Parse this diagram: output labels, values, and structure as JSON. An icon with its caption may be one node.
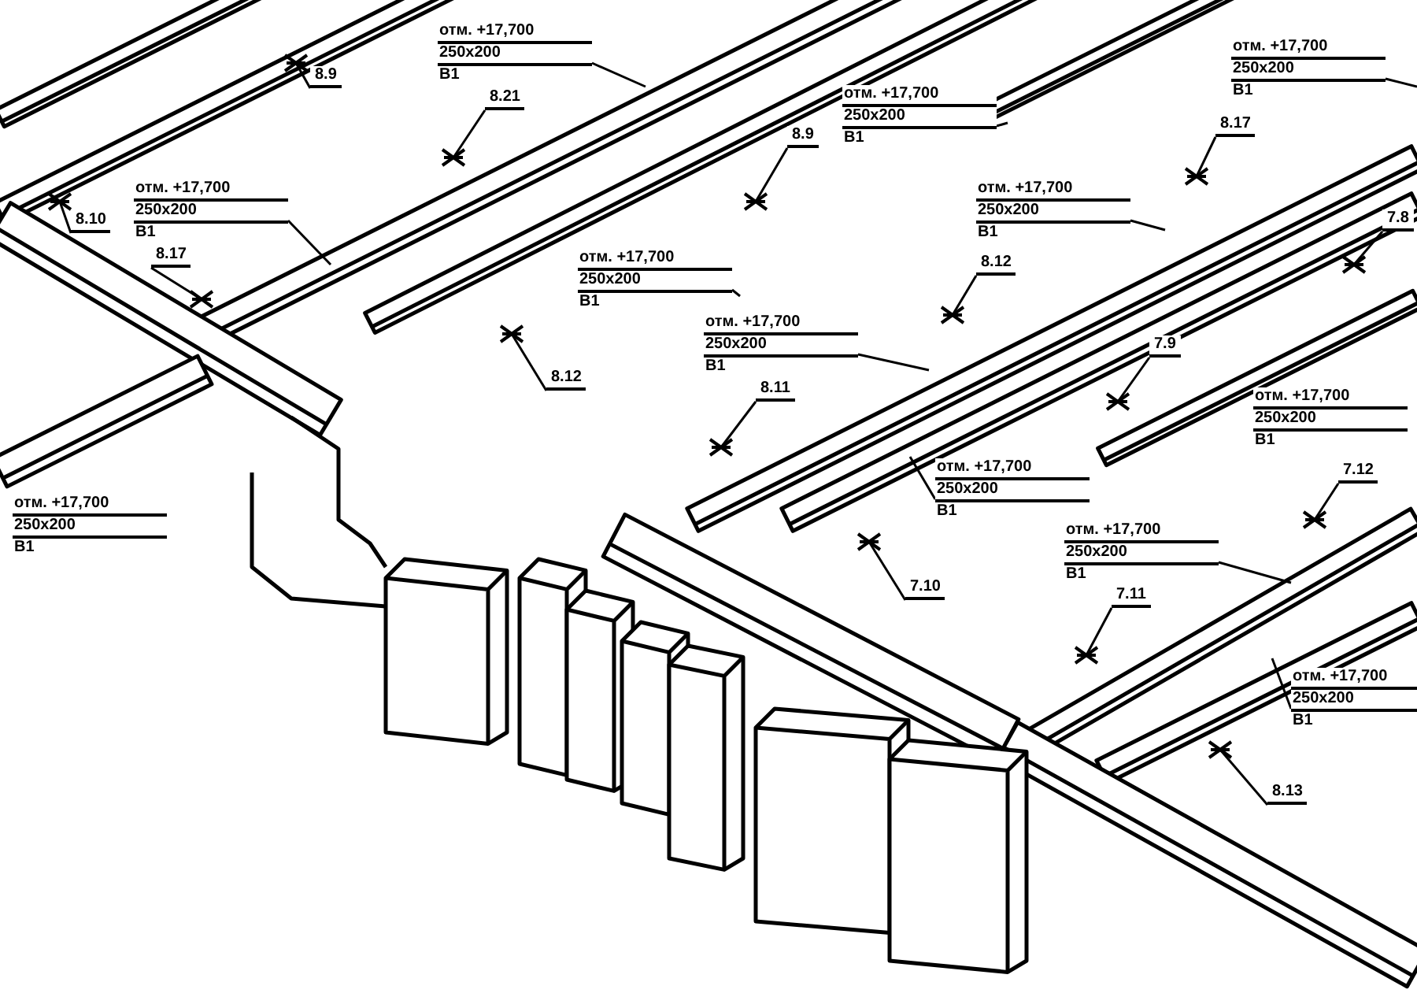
{
  "diagram": {
    "nodes": [
      {
        "text": [
          "отм. +17,700",
          "250х200",
          "В1"
        ]
      },
      {
        "text": [
          "отм. +17,700",
          "250х200",
          "В1"
        ]
      },
      {
        "text": [
          "отм. +17,700",
          "250х200",
          "В1"
        ]
      },
      {
        "text": [
          "отм. +17,700",
          "250х200",
          "В1"
        ]
      },
      {
        "text": [
          "отм. +17,700",
          "250х200",
          "В1"
        ]
      },
      {
        "text": [
          "отм. +17,700",
          "250х200",
          "В1"
        ]
      },
      {
        "text": [
          "отм. +17,700",
          "250х200",
          "В1"
        ]
      },
      {
        "text": [
          "отм. +17,700",
          "250х200",
          "В1"
        ]
      },
      {
        "text": [
          "отм. +17,700",
          "250х200",
          "В1"
        ]
      },
      {
        "text": [
          "отм. +17,700",
          "250х200",
          "В1"
        ]
      },
      {
        "text": [
          "отм. +17,700",
          "250х200",
          "В1"
        ]
      },
      {
        "text": [
          "отм. +17,700",
          "250х200",
          "В1"
        ]
      },
      {
        "text": [
          "8.9"
        ]
      },
      {
        "text": [
          "8.10"
        ]
      },
      {
        "text": [
          "8.21"
        ]
      },
      {
        "text": [
          "8.17"
        ]
      },
      {
        "text": [
          "8.12"
        ]
      },
      {
        "text": [
          "8.9"
        ]
      },
      {
        "text": [
          "8.11"
        ]
      },
      {
        "text": [
          "8.12"
        ]
      },
      {
        "text": [
          "8.17"
        ]
      },
      {
        "text": [
          "7.9"
        ]
      },
      {
        "text": [
          "7.10"
        ]
      },
      {
        "text": [
          "7.11"
        ]
      },
      {
        "text": [
          "7.12"
        ]
      },
      {
        "text": [
          "8.13"
        ]
      },
      {
        "text": [
          "7.8"
        ]
      }
    ],
    "edges": [
      {
        "from": 0,
        "to": null,
        "arrow": "none"
      },
      {
        "from": 1,
        "to": null,
        "arrow": "none"
      },
      {
        "from": 2,
        "to": null,
        "arrow": "none"
      },
      {
        "from": 3,
        "to": null,
        "arrow": "none"
      },
      {
        "from": 4,
        "to": null,
        "arrow": "none"
      },
      {
        "from": 5,
        "to": null,
        "arrow": "none"
      },
      {
        "from": 6,
        "to": null,
        "arrow": "none"
      },
      {
        "from": 9,
        "to": null,
        "arrow": "none"
      },
      {
        "from": 10,
        "to": null,
        "arrow": "none"
      },
      {
        "from": 11,
        "to": null,
        "arrow": "none"
      },
      {
        "from": 12,
        "to": null,
        "arrow": "none"
      },
      {
        "from": 13,
        "to": null,
        "arrow": "none"
      },
      {
        "from": 14,
        "to": null,
        "arrow": "none"
      },
      {
        "from": 15,
        "to": null,
        "arrow": "none"
      },
      {
        "from": 16,
        "to": null,
        "arrow": "none"
      },
      {
        "from": 17,
        "to": null,
        "arrow": "none"
      },
      {
        "from": 18,
        "to": null,
        "arrow": "none"
      },
      {
        "from": 19,
        "to": null,
        "arrow": "none"
      },
      {
        "from": 20,
        "to": null,
        "arrow": "none"
      },
      {
        "from": 21,
        "to": null,
        "arrow": "none"
      },
      {
        "from": 22,
        "to": null,
        "arrow": "none"
      },
      {
        "from": 23,
        "to": null,
        "arrow": "none"
      },
      {
        "from": 24,
        "to": null,
        "arrow": "none"
      },
      {
        "from": 25,
        "to": null,
        "arrow": "none"
      },
      {
        "from": 26,
        "to": null,
        "arrow": "none"
      }
    ]
  }
}
